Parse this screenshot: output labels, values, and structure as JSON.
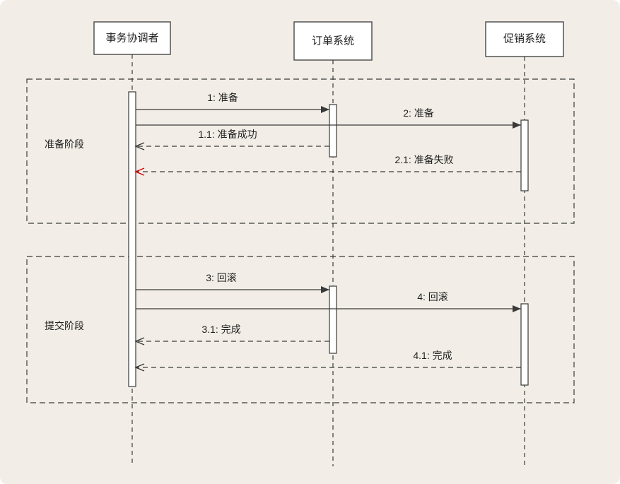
{
  "diagram": {
    "participants": [
      {
        "id": "coordinator",
        "label": "事务协调者"
      },
      {
        "id": "order-system",
        "label": "订单系统"
      },
      {
        "id": "promotion-system",
        "label": "促销系统"
      }
    ],
    "frames": [
      {
        "id": "prepare",
        "label": "准备阶段"
      },
      {
        "id": "commit",
        "label": "提交阶段"
      }
    ],
    "messages": [
      {
        "label": "1: 准备",
        "from": "coordinator",
        "to": "order-system",
        "kind": "call"
      },
      {
        "label": "2: 准备",
        "from": "coordinator",
        "to": "promotion-system",
        "kind": "call"
      },
      {
        "label": "1.1: 准备成功",
        "from": "order-system",
        "to": "coordinator",
        "kind": "return"
      },
      {
        "label": "2.1: 准备失败",
        "from": "promotion-system",
        "to": "coordinator",
        "kind": "return",
        "status": "error"
      },
      {
        "label": "3: 回滚",
        "from": "coordinator",
        "to": "order-system",
        "kind": "call"
      },
      {
        "label": "4: 回滚",
        "from": "coordinator",
        "to": "promotion-system",
        "kind": "call"
      },
      {
        "label": "3.1: 完成",
        "from": "order-system",
        "to": "coordinator",
        "kind": "return"
      },
      {
        "label": "4.1: 完成",
        "from": "promotion-system",
        "to": "coordinator",
        "kind": "return"
      }
    ],
    "colors": {
      "background": "#f2eee7",
      "line": "#3a3a3a",
      "error": "#d40000",
      "participant_fill": "#ffffff"
    }
  }
}
